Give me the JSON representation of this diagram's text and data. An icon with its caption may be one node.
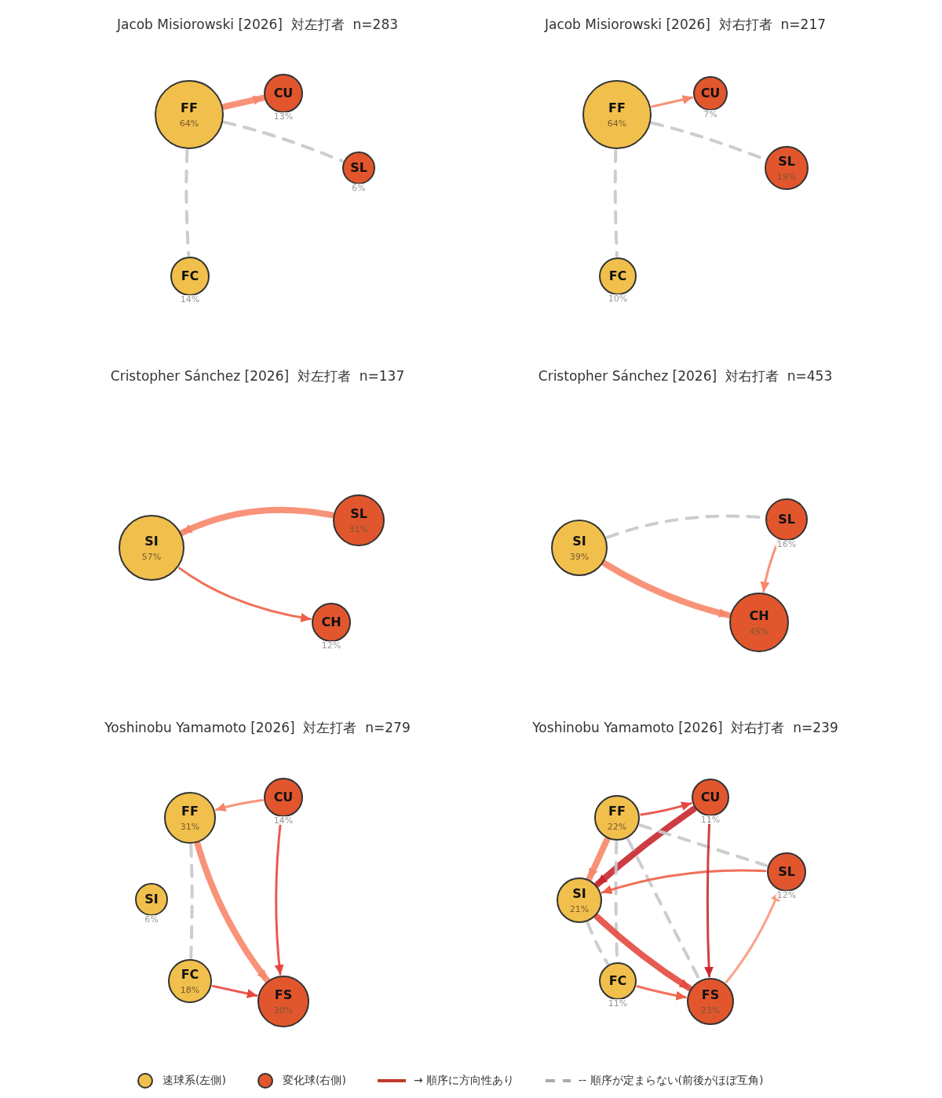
{
  "diagram": {
    "nodes": [
      {
        "text": [
          "FF",
          "64%"
        ]
      },
      {
        "text": [
          "CU",
          "13%"
        ]
      },
      {
        "text": [
          "SL",
          "6%"
        ]
      },
      {
        "text": [
          "FC",
          "14%"
        ]
      },
      {
        "text": [
          "FF",
          "64%"
        ]
      },
      {
        "text": [
          "CU",
          "7%"
        ]
      },
      {
        "text": [
          "SL",
          "19%"
        ]
      },
      {
        "text": [
          "FC",
          "10%"
        ]
      },
      {
        "text": [
          "SI",
          "57%"
        ]
      },
      {
        "text": [
          "SL",
          "31%"
        ]
      },
      {
        "text": [
          "CH",
          "12%"
        ]
      },
      {
        "text": [
          "SI",
          "39%"
        ]
      },
      {
        "text": [
          "SL",
          "16%"
        ]
      },
      {
        "text": [
          "CH",
          "45%"
        ]
      },
      {
        "text": [
          "FF",
          "31%"
        ]
      },
      {
        "text": [
          "CU",
          "14%"
        ]
      },
      {
        "text": [
          "SI",
          "6%"
        ]
      },
      {
        "text": [
          "FC",
          "18%"
        ]
      },
      {
        "text": [
          "FS",
          "30%"
        ]
      },
      {
        "text": [
          "FF",
          "22%"
        ]
      },
      {
        "text": [
          "CU",
          "11%"
        ]
      },
      {
        "text": [
          "SL",
          "12%"
        ]
      },
      {
        "text": [
          "SI",
          "21%"
        ]
      },
      {
        "text": [
          "FC",
          "11%"
        ]
      },
      {
        "text": [
          "FS",
          "23%"
        ]
      }
    ],
    "edges": [
      {
        "from": 0,
        "to": 1,
        "arrow": "to",
        "style": "thick",
        "color": "#f7876a"
      },
      {
        "from": 0,
        "to": 2,
        "arrow": "none",
        "style": "dashed"
      },
      {
        "from": 0,
        "to": 3,
        "arrow": "none",
        "style": "dashed"
      },
      {
        "from": 4,
        "to": 5,
        "arrow": "to",
        "color": "#f7876a"
      },
      {
        "from": 4,
        "to": 6,
        "arrow": "none",
        "style": "dashed"
      },
      {
        "from": 4,
        "to": 7,
        "arrow": "none",
        "style": "dashed"
      },
      {
        "from": 9,
        "to": 8,
        "arrow": "to",
        "style": "thick",
        "color": "#f7876a"
      },
      {
        "from": 8,
        "to": 10,
        "arrow": "to",
        "color": "#ee6048"
      },
      {
        "from": 11,
        "to": 12,
        "arrow": "none",
        "style": "dashed"
      },
      {
        "from": 12,
        "to": 13,
        "arrow": "to",
        "color": "#f7876a"
      },
      {
        "from": 11,
        "to": 13,
        "arrow": "to",
        "style": "thick",
        "color": "#f7876a"
      },
      {
        "from": 15,
        "to": 14,
        "arrow": "to",
        "color": "#f7876a"
      },
      {
        "from": 14,
        "to": 18,
        "arrow": "to",
        "style": "thick",
        "color": "#f7876a"
      },
      {
        "from": 15,
        "to": 18,
        "arrow": "to",
        "color": "#e8473e"
      },
      {
        "from": 14,
        "to": 17,
        "arrow": "none",
        "style": "dashed"
      },
      {
        "from": 17,
        "to": 18,
        "arrow": "to",
        "color": "#e8473e"
      },
      {
        "from": 19,
        "to": 20,
        "arrow": "to",
        "color": "#e8473e"
      },
      {
        "from": 20,
        "to": 22,
        "arrow": "to",
        "style": "thick",
        "color": "#c9272f"
      },
      {
        "from": 19,
        "to": 22,
        "arrow": "to",
        "style": "thick",
        "color": "#f7876a"
      },
      {
        "from": 19,
        "to": 21,
        "arrow": "none",
        "style": "dashed"
      },
      {
        "from": 19,
        "to": 24,
        "arrow": "none",
        "style": "dashed"
      },
      {
        "from": 19,
        "to": 23,
        "arrow": "none",
        "style": "dashed"
      },
      {
        "from": 22,
        "to": 23,
        "arrow": "none",
        "style": "dashed"
      },
      {
        "from": 21,
        "to": 22,
        "arrow": "to",
        "color": "#f06048"
      },
      {
        "from": 22,
        "to": 24,
        "arrow": "to",
        "style": "thick",
        "color": "#e34a40"
      },
      {
        "from": 20,
        "to": 24,
        "arrow": "to",
        "color": "#cc2b33"
      },
      {
        "from": 23,
        "to": 24,
        "arrow": "to",
        "color": "#f06048"
      },
      {
        "from": 24,
        "to": 21,
        "arrow": "to",
        "color": "#f89a7c"
      }
    ],
    "labels": [
      "Jacob Misiorowski [2026]  対左打者  n=283",
      "Jacob Misiorowski [2026]  対右打者  n=217",
      "Cristopher Sánchez [2026]  対左打者  n=137",
      "Cristopher Sánchez [2026]  対右打者  n=453",
      "Yoshinobu Yamamoto [2026]  対左打者  n=279",
      "Yoshinobu Yamamoto [2026]  対右打者  n=239"
    ],
    "legend": [
      {
        "text": "速球系(左側)",
        "color": "#f0c04c"
      },
      {
        "text": "変化球(右側)",
        "color": "#e2562e"
      },
      {
        "text": "→ 順序に方向性あり"
      },
      {
        "text": "-- 順序が定まらない(前後がほぼ互角)"
      }
    ]
  }
}
